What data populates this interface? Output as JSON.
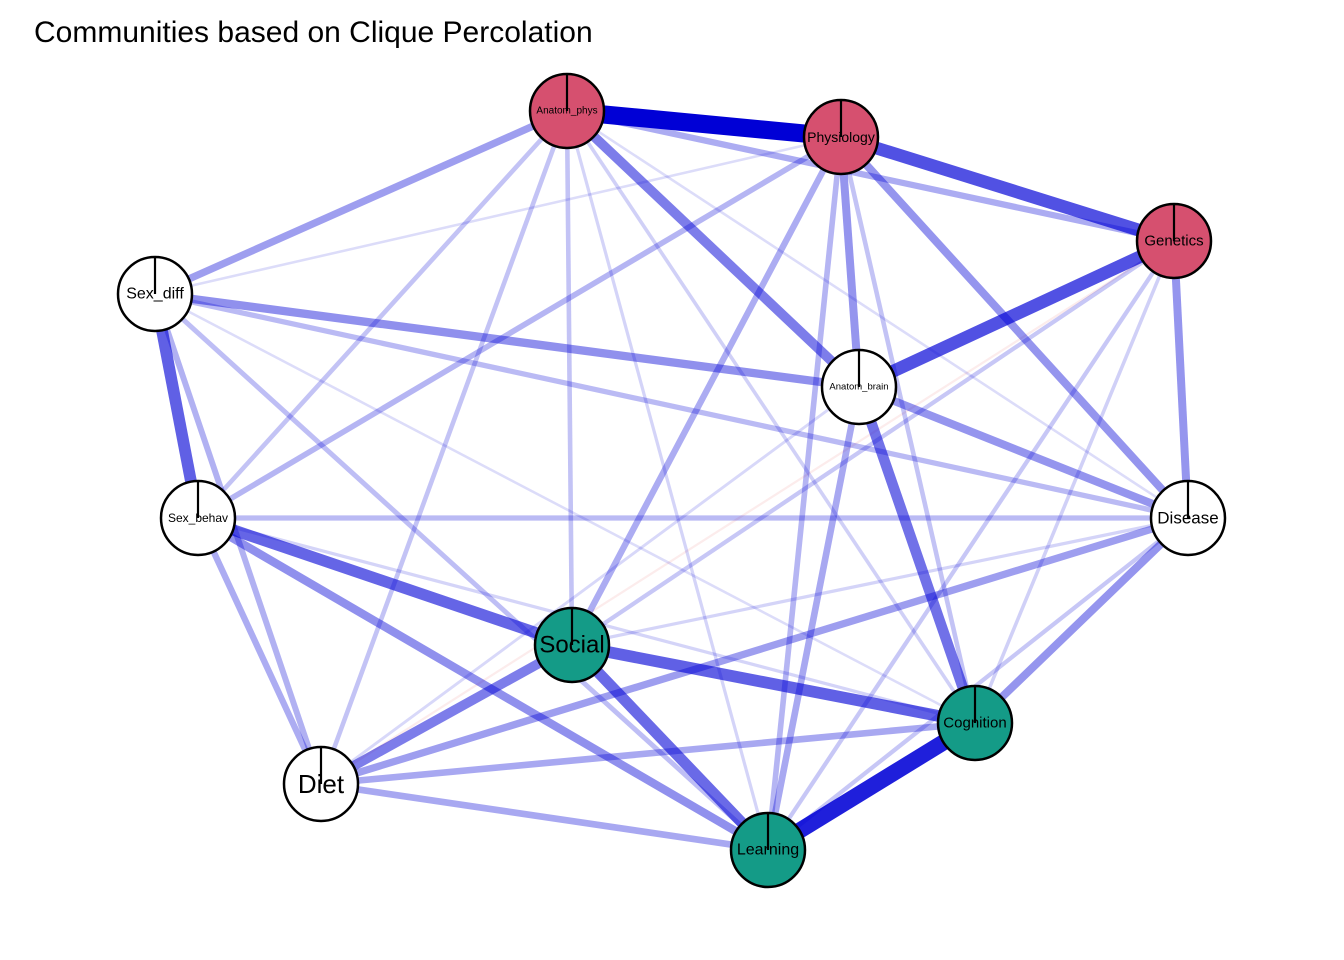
{
  "title": "Communities based on Clique Percolation",
  "colors": {
    "community_red": "#D6506F",
    "community_green": "#149B87",
    "no_community": "#FFFFFF",
    "positive_edge": "#0000D6",
    "negative_edge": "#E36565",
    "node_border": "#000000"
  },
  "nodes": [
    {
      "id": "Anatom_phys",
      "label": "Anatom_phys",
      "community": "red",
      "icon": "pie-marker"
    },
    {
      "id": "Physiology",
      "label": "Physiology",
      "community": "red",
      "icon": "pie-marker"
    },
    {
      "id": "Genetics",
      "label": "Genetics",
      "community": "red",
      "icon": "pie-marker"
    },
    {
      "id": "Sex_diff",
      "label": "Sex_diff",
      "community": "none",
      "icon": "pie-marker"
    },
    {
      "id": "Anatom_brain",
      "label": "Anatom_brain",
      "community": "none",
      "icon": "pie-marker"
    },
    {
      "id": "Sex_behav",
      "label": "Sex_behav",
      "community": "none",
      "icon": "pie-marker"
    },
    {
      "id": "Disease",
      "label": "Disease",
      "community": "none",
      "icon": "pie-marker"
    },
    {
      "id": "Social",
      "label": "Social",
      "community": "green",
      "icon": "pie-marker"
    },
    {
      "id": "Cognition",
      "label": "Cognition",
      "community": "green",
      "icon": "pie-marker"
    },
    {
      "id": "Diet",
      "label": "Diet",
      "community": "none",
      "icon": "pie-marker"
    },
    {
      "id": "Learning",
      "label": "Learning",
      "community": "green",
      "icon": "pie-marker"
    }
  ],
  "edges": [
    {
      "from": "Anatom_phys",
      "to": "Physiology",
      "weight": 1.0,
      "sign": "positive"
    },
    {
      "from": "Learning",
      "to": "Cognition",
      "weight": 0.88,
      "sign": "positive"
    },
    {
      "from": "Physiology",
      "to": "Genetics",
      "weight": 0.68,
      "sign": "positive"
    },
    {
      "from": "Anatom_brain",
      "to": "Genetics",
      "weight": 0.68,
      "sign": "positive"
    },
    {
      "from": "Sex_diff",
      "to": "Sex_behav",
      "weight": 0.62,
      "sign": "positive"
    },
    {
      "from": "Social",
      "to": "Cognition",
      "weight": 0.62,
      "sign": "positive"
    },
    {
      "from": "Sex_behav",
      "to": "Social",
      "weight": 0.6,
      "sign": "positive"
    },
    {
      "from": "Social",
      "to": "Learning",
      "weight": 0.58,
      "sign": "positive"
    },
    {
      "from": "Anatom_brain",
      "to": "Cognition",
      "weight": 0.55,
      "sign": "positive"
    },
    {
      "from": "Anatom_phys",
      "to": "Anatom_brain",
      "weight": 0.5,
      "sign": "positive"
    },
    {
      "from": "Diet",
      "to": "Social",
      "weight": 0.5,
      "sign": "positive"
    },
    {
      "from": "Sex_behav",
      "to": "Learning",
      "weight": 0.42,
      "sign": "positive"
    },
    {
      "from": "Sex_diff",
      "to": "Anatom_brain",
      "weight": 0.42,
      "sign": "positive"
    },
    {
      "from": "Genetics",
      "to": "Disease",
      "weight": 0.4,
      "sign": "positive"
    },
    {
      "from": "Physiology",
      "to": "Anatom_brain",
      "weight": 0.4,
      "sign": "positive"
    },
    {
      "from": "Physiology",
      "to": "Disease",
      "weight": 0.4,
      "sign": "positive"
    },
    {
      "from": "Anatom_brain",
      "to": "Disease",
      "weight": 0.4,
      "sign": "positive"
    },
    {
      "from": "Disease",
      "to": "Cognition",
      "weight": 0.4,
      "sign": "positive"
    },
    {
      "from": "Diet",
      "to": "Disease",
      "weight": 0.36,
      "sign": "positive"
    },
    {
      "from": "Anatom_phys",
      "to": "Sex_diff",
      "weight": 0.36,
      "sign": "positive"
    },
    {
      "from": "Anatom_phys",
      "to": "Genetics",
      "weight": 0.3,
      "sign": "positive"
    },
    {
      "from": "Sex_behav",
      "to": "Diet",
      "weight": 0.3,
      "sign": "positive"
    },
    {
      "from": "Diet",
      "to": "Learning",
      "weight": 0.32,
      "sign": "positive"
    },
    {
      "from": "Diet",
      "to": "Cognition",
      "weight": 0.32,
      "sign": "positive"
    },
    {
      "from": "Social",
      "to": "Physiology",
      "weight": 0.3,
      "sign": "positive"
    },
    {
      "from": "Learning",
      "to": "Anatom_brain",
      "weight": 0.32,
      "sign": "positive"
    },
    {
      "from": "Sex_diff",
      "to": "Diet",
      "weight": 0.28,
      "sign": "positive"
    },
    {
      "from": "Sex_behav",
      "to": "Physiology",
      "weight": 0.26,
      "sign": "positive"
    },
    {
      "from": "Sex_behav",
      "to": "Disease",
      "weight": 0.24,
      "sign": "positive"
    },
    {
      "from": "Sex_diff",
      "to": "Disease",
      "weight": 0.24,
      "sign": "positive"
    },
    {
      "from": "Sex_diff",
      "to": "Learning",
      "weight": 0.22,
      "sign": "positive"
    },
    {
      "from": "Anatom_phys",
      "to": "Social",
      "weight": 0.2,
      "sign": "positive"
    },
    {
      "from": "Anatom_phys",
      "to": "Sex_behav",
      "weight": 0.2,
      "sign": "positive"
    },
    {
      "from": "Anatom_phys",
      "to": "Diet",
      "weight": 0.2,
      "sign": "positive"
    },
    {
      "from": "Physiology",
      "to": "Learning",
      "weight": 0.26,
      "sign": "positive"
    },
    {
      "from": "Physiology",
      "to": "Cognition",
      "weight": 0.2,
      "sign": "positive"
    },
    {
      "from": "Genetics",
      "to": "Learning",
      "weight": 0.18,
      "sign": "positive"
    },
    {
      "from": "Genetics",
      "to": "Social",
      "weight": 0.18,
      "sign": "positive"
    },
    {
      "from": "Genetics",
      "to": "Cognition",
      "weight": 0.14,
      "sign": "positive"
    },
    {
      "from": "Anatom_phys",
      "to": "Cognition",
      "weight": 0.14,
      "sign": "positive"
    },
    {
      "from": "Anatom_phys",
      "to": "Learning",
      "weight": 0.12,
      "sign": "positive"
    },
    {
      "from": "Sex_behav",
      "to": "Cognition",
      "weight": 0.12,
      "sign": "positive"
    },
    {
      "from": "Social",
      "to": "Disease",
      "weight": 0.12,
      "sign": "positive"
    },
    {
      "from": "Anatom_brain",
      "to": "Diet",
      "weight": 0.1,
      "sign": "positive"
    },
    {
      "from": "Sex_diff",
      "to": "Physiology",
      "weight": 0.08,
      "sign": "positive"
    },
    {
      "from": "Sex_diff",
      "to": "Cognition",
      "weight": 0.08,
      "sign": "positive"
    },
    {
      "from": "Anatom_phys",
      "to": "Disease",
      "weight": 0.08,
      "sign": "positive"
    },
    {
      "from": "Learning",
      "to": "Disease",
      "weight": 0.18,
      "sign": "positive"
    },
    {
      "from": "Genetics",
      "to": "Diet",
      "weight": 0.06,
      "sign": "negative"
    }
  ]
}
